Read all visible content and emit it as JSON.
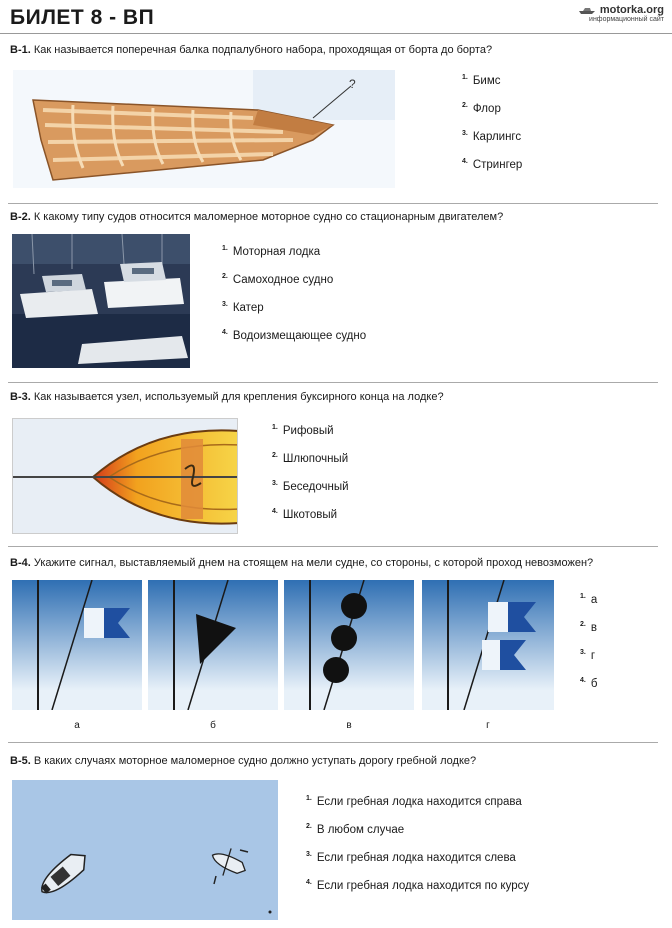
{
  "header": {
    "title": "БИЛЕТ 8 - ВП",
    "site": "motorka.org",
    "site_sub": "информационный сайт"
  },
  "q1": {
    "label": "В-1.",
    "text": "Как называется поперечная балка подпалубного набора, проходящая от борта до борта?",
    "marker": "?",
    "answers": [
      {
        "n": "1.",
        "t": "Бимс"
      },
      {
        "n": "2.",
        "t": "Флор"
      },
      {
        "n": "3.",
        "t": "Карлингс"
      },
      {
        "n": "4.",
        "t": "Стрингер"
      }
    ]
  },
  "q2": {
    "label": "В-2.",
    "text": "К какому типу судов относится маломерное моторное судно со стационарным двигателем?",
    "answers": [
      {
        "n": "1.",
        "t": "Моторная лодка"
      },
      {
        "n": "2.",
        "t": "Самоходное судно"
      },
      {
        "n": "3.",
        "t": "Катер"
      },
      {
        "n": "4.",
        "t": "Водоизмещающее судно"
      }
    ]
  },
  "q3": {
    "label": "В-3.",
    "text": "Как называется узел, используемый для крепления буксирного конца на лодке?",
    "answers": [
      {
        "n": "1.",
        "t": "Рифовый"
      },
      {
        "n": "2.",
        "t": "Шлюпочный"
      },
      {
        "n": "3.",
        "t": "Беседочный"
      },
      {
        "n": "4.",
        "t": "Шкотовый"
      }
    ]
  },
  "q4": {
    "label": "В-4.",
    "text": "Укажите сигнал, выставляемый днем на стоящем на мели судне, со стороны, с которой проход невозможен?",
    "captions": [
      "а",
      "б",
      "в",
      "г"
    ],
    "answers": [
      {
        "n": "1.",
        "t": "а"
      },
      {
        "n": "2.",
        "t": "в"
      },
      {
        "n": "3.",
        "t": "г"
      },
      {
        "n": "4.",
        "t": "б"
      }
    ]
  },
  "q5": {
    "label": "В-5.",
    "text": "В каких случаях моторное маломерное судно должно уступать дорогу гребной лодке?",
    "answers": [
      {
        "n": "1.",
        "t": "Если гребная лодка находится справа"
      },
      {
        "n": "2.",
        "t": "В любом случае"
      },
      {
        "n": "3.",
        "t": "Если гребная лодка находится слева"
      },
      {
        "n": "4.",
        "t": "Если гребная лодка находится по курсу"
      }
    ]
  },
  "colors": {
    "sky_top": "#2f6fb3",
    "sky_bottom": "#e8f1f9",
    "flag_blue": "#1f4fa0",
    "water": "#a9c6e6"
  }
}
